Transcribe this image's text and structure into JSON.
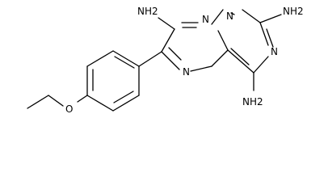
{
  "molecule": {
    "amine_top": "NH2",
    "amine_top_right": "NH2",
    "amine_bottom": "NH2",
    "ring_n_top_left": "N",
    "ring_n_top_right": "N",
    "ring_n_right": "N",
    "ring_n_bottom_left": "N",
    "ether_o": "O"
  }
}
